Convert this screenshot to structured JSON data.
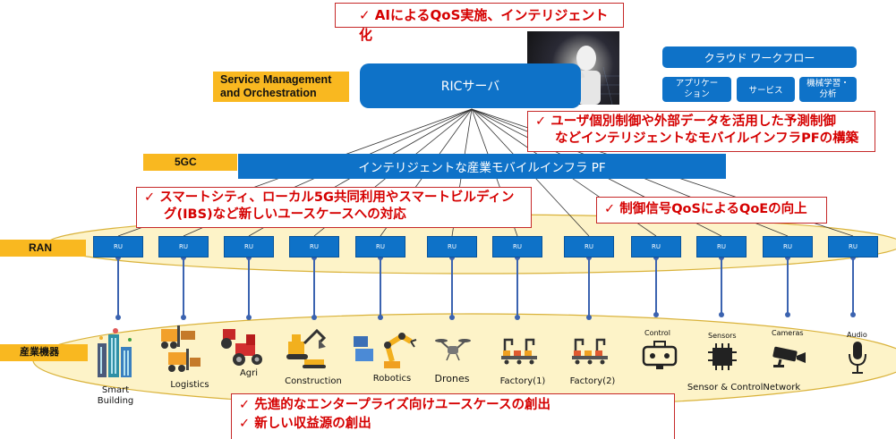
{
  "callouts": {
    "top": "✓ AIによるQoS実施、インテリジェント化",
    "predictive_1": "✓ ユーザ個別制御や外部データを活用した予測制御",
    "predictive_2": "などインテリジェントなモバイルインフラPFの構築",
    "smartcity_1": "✓ スマートシティ、ローカル5G共同利用やスマートビルディン",
    "smartcity_2": "グ(IBS)など新しいユースケースへの対応",
    "qoe": "✓ 制御信号QoSによるQoEの向上",
    "bottom_1": "✓ 先進的なエンタープライズ向けユースケースの創出",
    "bottom_2": "✓ 新しい収益源の創出"
  },
  "layers": {
    "smo_1": "Service Management",
    "smo_2": "and Orchestration",
    "fivegc": "5GC",
    "ran": "RAN",
    "industry": "産業機器"
  },
  "ric": {
    "label": "RICサーバ"
  },
  "platform": {
    "label": "インテリジェントな産業モバイルインフラ PF"
  },
  "cloud": {
    "title": "クラウド ワークフロー",
    "app_1": "アプリケー",
    "app_2": "ション",
    "service": "サービス",
    "ml_1": "機械学習・",
    "ml_2": "分析"
  },
  "ru_label": "RU",
  "devices": {
    "smart_building_1": "Smart",
    "smart_building_2": "Building",
    "logistics": "Logistics",
    "agri": "Agri",
    "construction": "Construction",
    "robotics": "Robotics",
    "drones": "Drones",
    "factory1": "Factory(1)",
    "factory2": "Factory(2)",
    "control": "Control",
    "sensors": "Sensors",
    "cameras": "Cameras",
    "audio": "Audio",
    "sensor_network": "Sensor & ControlNetwork"
  },
  "colors": {
    "blue": "#0e72c8",
    "orange": "#f9b820",
    "red": "#d50000",
    "ellipse": "#fdf3c8"
  }
}
